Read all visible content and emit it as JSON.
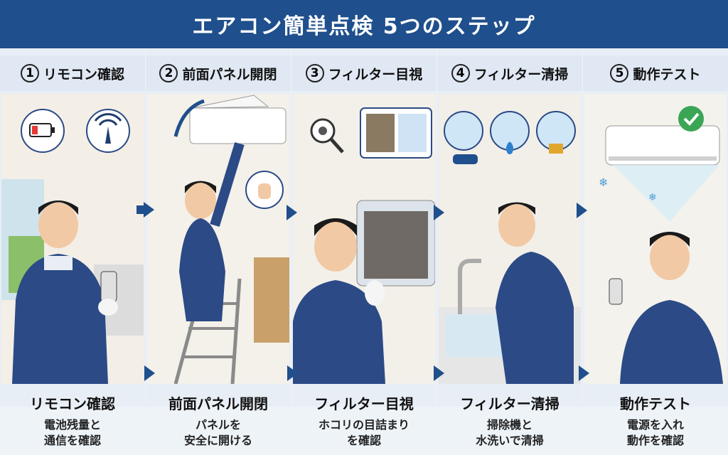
{
  "title": "エアコン簡単点検 5つのステップ",
  "colors": {
    "banner": "#1f4f8c",
    "uniform": "#2b4a86",
    "accent": "#1f4f8c"
  },
  "steps": [
    {
      "number": "1",
      "title": "リモコン確認",
      "caption_title": "リモコン確認",
      "caption_line1": "電池残量と",
      "caption_line2": "通信を確認",
      "icons": [
        "battery-low-icon",
        "signal-icon"
      ]
    },
    {
      "number": "2",
      "title": "前面パネル開閉",
      "caption_title": "前面パネル開閉",
      "caption_line1": "パネルを",
      "caption_line2": "安全に開ける",
      "icons": [
        "curved-arrow-icon",
        "hand-icon"
      ]
    },
    {
      "number": "3",
      "title": "フィルター目視",
      "caption_title": "フィルター目視",
      "caption_line1": "ホコリの目詰まり",
      "caption_line2": "を確認",
      "icons": [
        "magnifier-dust-icon",
        "filter-compare-icon"
      ]
    },
    {
      "number": "4",
      "title": "フィルター清掃",
      "caption_title": "フィルター清掃",
      "caption_line1": "掃除機と",
      "caption_line2": "水洗いで清掃",
      "icons": [
        "vacuum-icon",
        "water-drops-icon",
        "brush-icon"
      ]
    },
    {
      "number": "5",
      "title": "動作テスト",
      "caption_title": "動作テスト",
      "caption_line1": "電源を入れ",
      "caption_line2": "動作を確認",
      "icons": [
        "check-icon",
        "snowflake-icon"
      ]
    }
  ]
}
